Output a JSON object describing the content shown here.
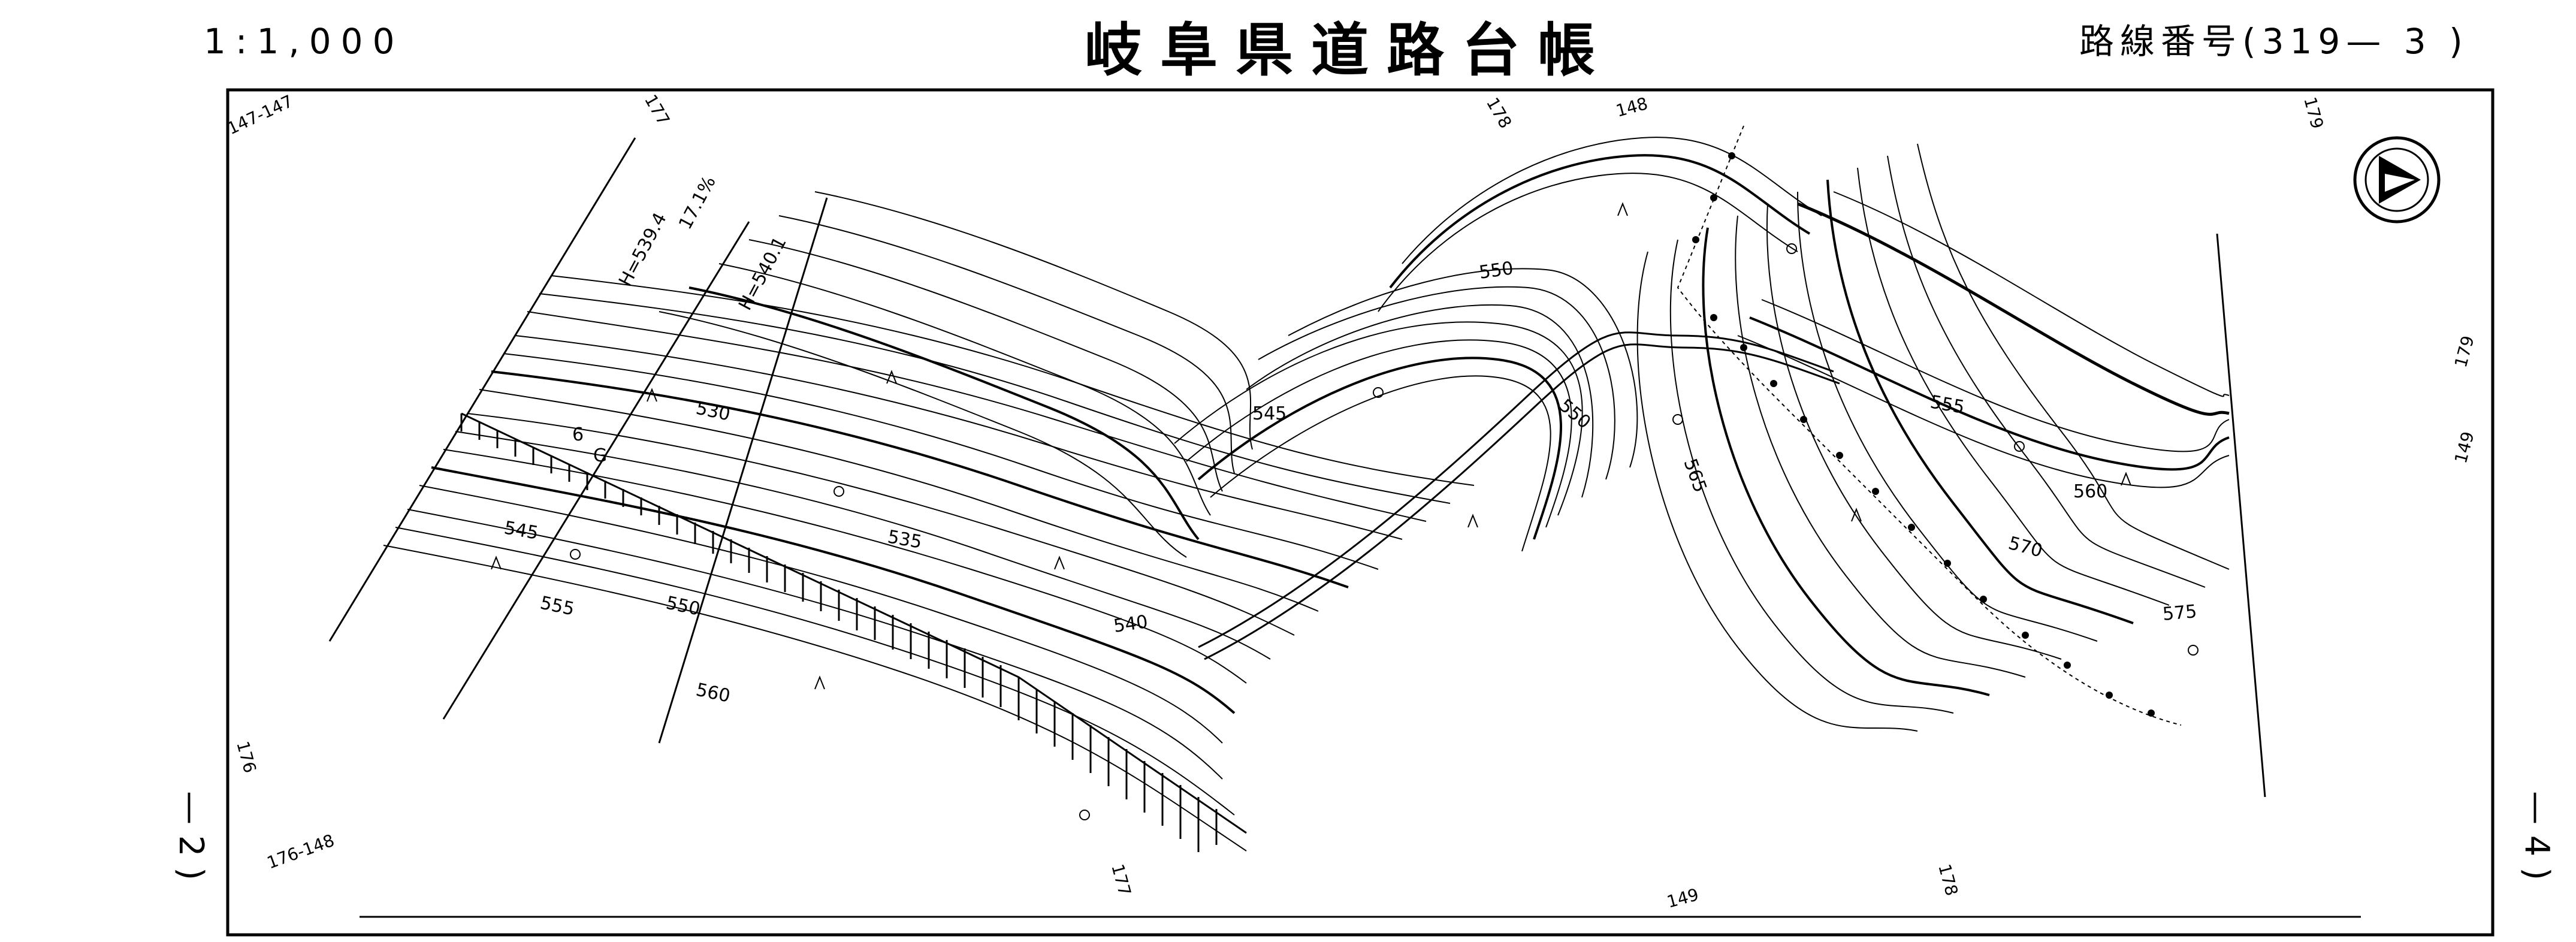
{
  "header": {
    "scale": "1:1,000",
    "title": "岐阜県道路台帳",
    "route_number": "路線番号(319— 3 )"
  },
  "side_labels": {
    "left": "— 2 )",
    "right": "— 4 )"
  },
  "map": {
    "contour_labels": [
      "530",
      "535",
      "540",
      "545",
      "545",
      "550",
      "550",
      "550",
      "555",
      "555",
      "560",
      "560",
      "565",
      "570",
      "575"
    ],
    "sheet_refs": [
      "147-147",
      "177",
      "178",
      "148",
      "179",
      "176",
      "176-148",
      "177",
      "149",
      "178",
      "179",
      "149"
    ],
    "annotations": [
      "H=539.4",
      "17.1%",
      "H=540.1",
      "G",
      "6"
    ],
    "north_arrow_icon": "north-arrow-icon"
  }
}
